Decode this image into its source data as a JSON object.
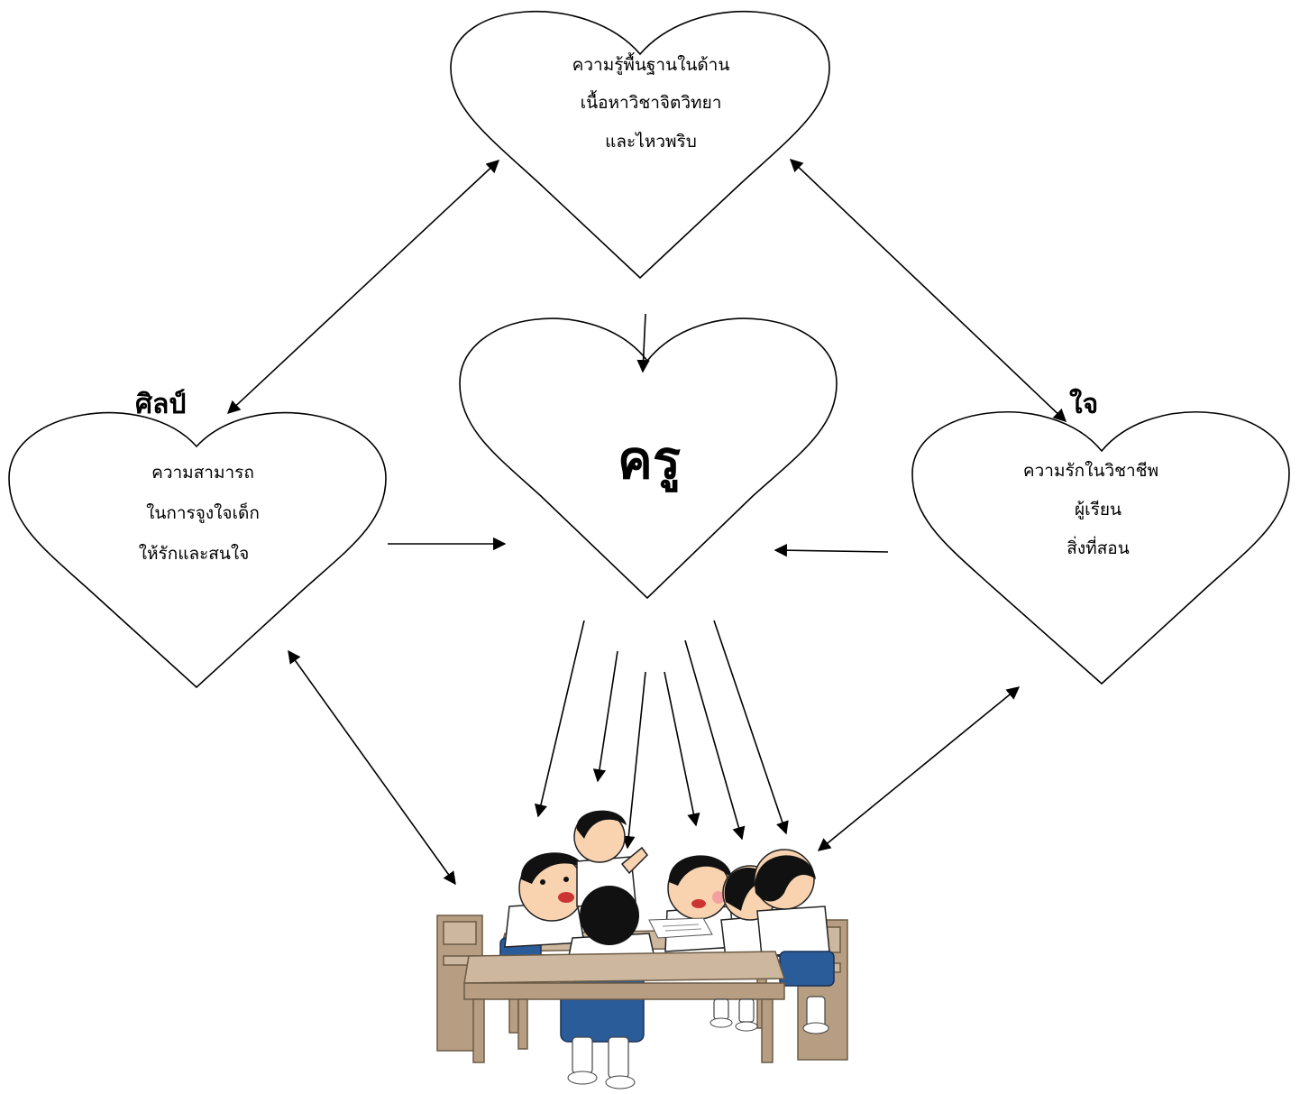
{
  "top_heart": {
    "lines": [
      "ความรู้พื้นฐานในด้าน",
      "เนื้อหาวิชาจิตวิทยา",
      "และไหวพริบ"
    ]
  },
  "center_heart": {
    "label": "ครู"
  },
  "left_heart": {
    "title": "ศิลป์",
    "lines": [
      "ความสามารถ",
      "ในการจูงใจเด็ก",
      "ให้รักและสนใจ"
    ]
  },
  "right_heart": {
    "title": "ใจ",
    "lines": [
      "ความรักในวิชาชีพ",
      "ผู้เรียน",
      "สิ่งที่สอน"
    ]
  },
  "illustration": {
    "subject": "students-at-table"
  }
}
